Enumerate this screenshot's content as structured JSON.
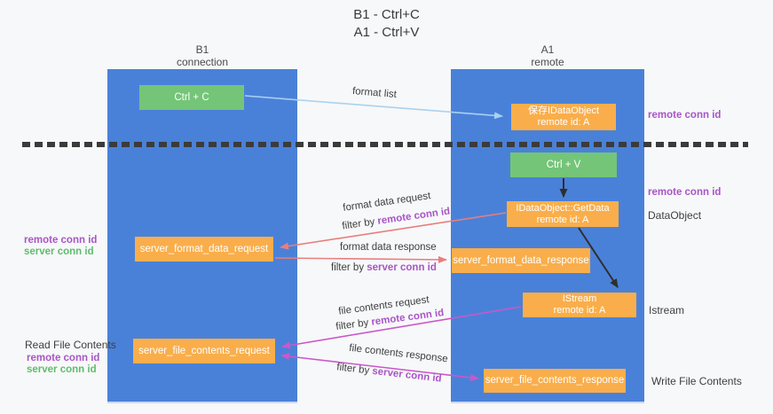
{
  "title": {
    "line1": "B1 - Ctrl+C",
    "line2": "A1 - Ctrl+V"
  },
  "lanes": {
    "b1": {
      "header_line1": "B1",
      "header_line2": "connection"
    },
    "a1": {
      "header_line1": "A1",
      "header_line2": "remote"
    }
  },
  "boxes": {
    "ctrl_c": {
      "label": "Ctrl + C"
    },
    "ctrl_v": {
      "label": "Ctrl + V"
    },
    "save_dataobject": {
      "line1": "保存IDataObject",
      "line2": "remote id: A"
    },
    "getdata": {
      "line1": "IDataObject::GetData",
      "line2": "remote id: A"
    },
    "format_request": {
      "label": "server_format_data_request"
    },
    "format_response": {
      "label": "server_format_data_response"
    },
    "istream": {
      "line1": "IStream",
      "line2": "remote id: A"
    },
    "file_request": {
      "label": "server_file_contents_request"
    },
    "file_response": {
      "label": "server_file_contents_response"
    }
  },
  "flow_labels": {
    "format_list": "format list",
    "format_data_request": "format data request",
    "filter_by_1": "filter by ",
    "filter_remote_1": "remote conn id",
    "format_data_response": "format data response",
    "filter_by_2": "filter by ",
    "filter_server_2": "server conn id",
    "file_contents_request": "file contents request",
    "filter_by_3": "filter by ",
    "filter_remote_3": "remote conn id",
    "file_contents_response": "file contents response",
    "filter_by_4": "filter by ",
    "filter_server_4": "server conn id"
  },
  "side_labels": {
    "right_remote_top": "remote conn id",
    "right_remote_mid": "remote conn id",
    "dataobject": "DataObject",
    "istream": "Istream",
    "write_file_contents": "Write File Contents",
    "left_remote_1": "remote conn id",
    "left_server_1": "server conn id",
    "read_file_contents": "Read File Contents",
    "left_remote_2": "remote conn id",
    "left_server_2": "server conn id"
  },
  "colors": {
    "lane_blue": "#4a81d8",
    "green_box": "#74c578",
    "orange_box": "#f9ae4b",
    "purple_text": "#a855c7",
    "green_text": "#5fbd6d",
    "red_arrow": "#ea7d7d",
    "magenta_arrow": "#ca58cb",
    "light_blue_arrow": "#a9d2f0",
    "dashed_line": "#3b3b3b"
  }
}
